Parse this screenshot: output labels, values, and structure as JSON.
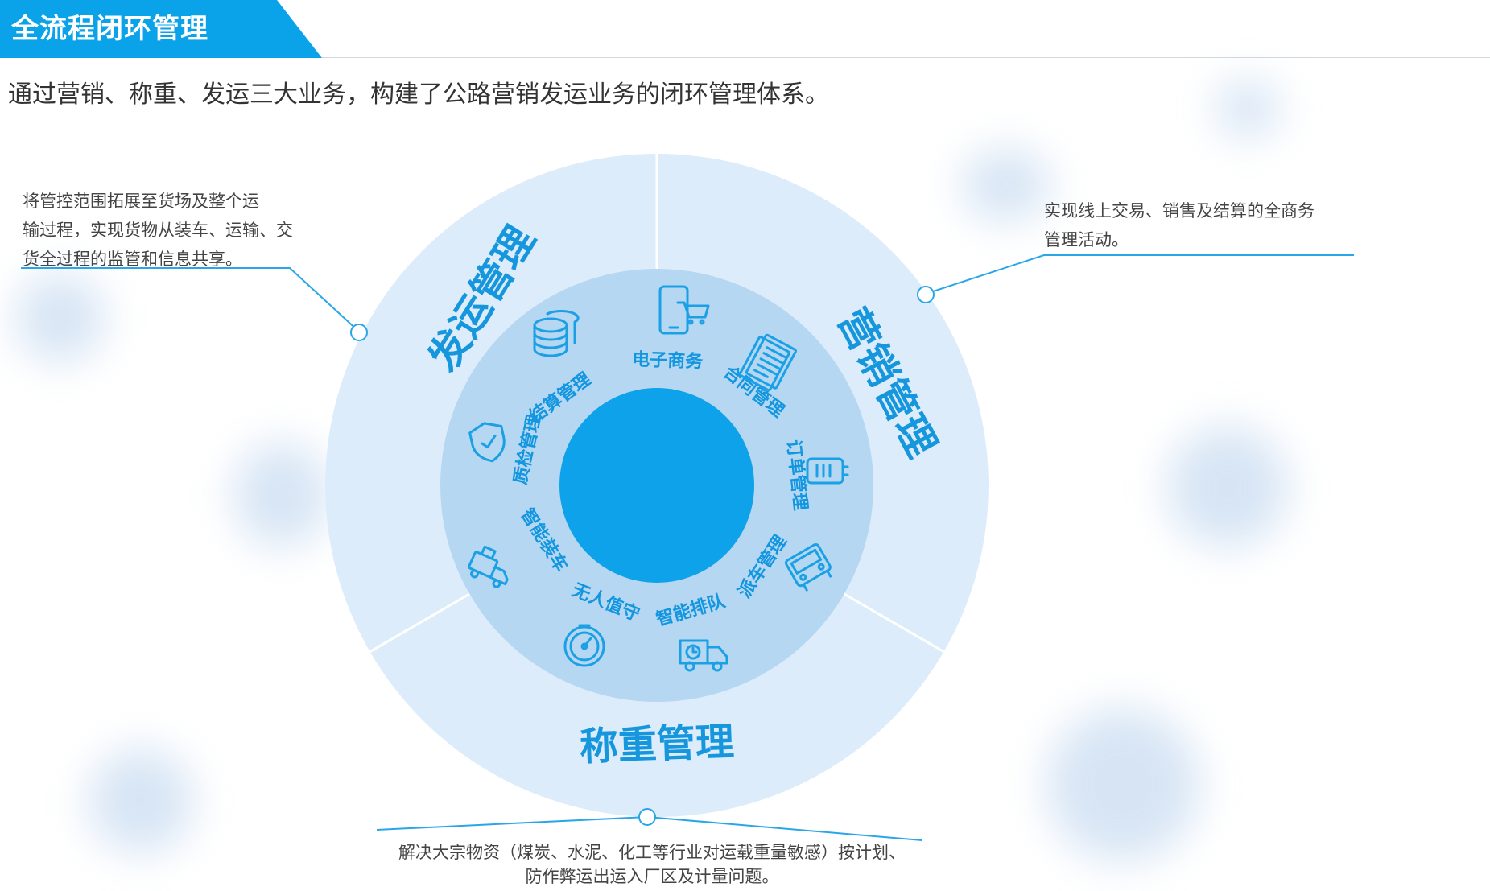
{
  "header": {
    "title": "全流程闭环管理"
  },
  "subtitle": "通过营销、称重、发运三大业务，构建了公路营销发运业务的闭环管理体系。",
  "outer_ring": {
    "dispatch": "发运管理",
    "marketing": "营销管理",
    "weighing": "称重管理"
  },
  "segments": {
    "settlement": "结算管理",
    "ecommerce": "电子商务",
    "contract": "合同管理",
    "order": "订单管理",
    "vehicle_dispatch": "派车管理",
    "smart_queue": "智能排队",
    "unmanned": "无人值守",
    "smart_loading": "智能装车",
    "quality": "质检管理"
  },
  "callouts": {
    "left": [
      "将管控范围拓展至货场及整个运",
      "输过程，实现货物从装车、运输、交",
      "货全过程的监管和信息共享。"
    ],
    "right": [
      "实现线上交易、销售及结算的全商务",
      "管理活动。"
    ],
    "bottom": [
      "解决大宗物资（煤炭、水泥、化工等行业对运载重量敏感）按计划、",
      "防作弊运出运入厂区及计量问题。"
    ]
  },
  "colors": {
    "accent": "#0aa2e8",
    "outer_ring": "#dcecfa",
    "middle_ring": "#b5d7f1",
    "core": "#0ea2ea",
    "connector": "#29a6e8"
  },
  "icons": {
    "settlement": "coin-stack-icon",
    "ecommerce": "mobile-cart-icon",
    "contract": "document-icon",
    "order": "battery-list-icon",
    "vehicle_dispatch": "truck-front-icon",
    "smart_queue": "delivery-truck-icon",
    "unmanned": "gauge-icon",
    "smart_loading": "forklift-truck-icon",
    "quality": "shield-check-icon"
  }
}
